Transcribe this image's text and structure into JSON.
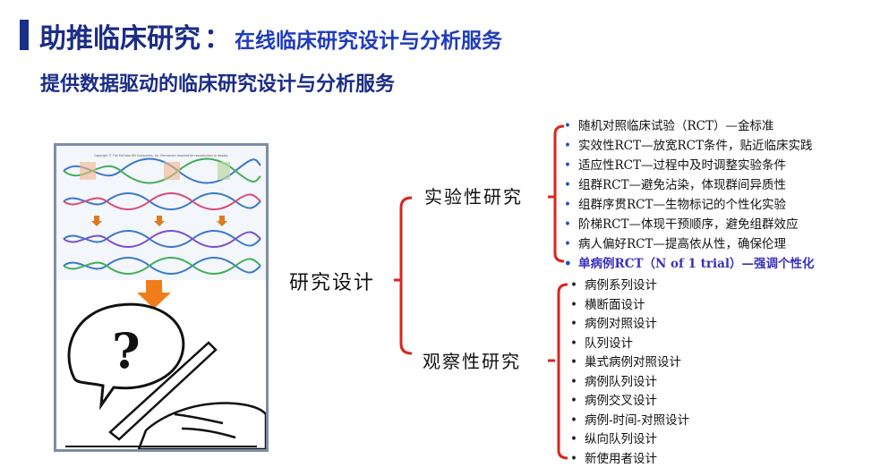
{
  "header": {
    "title": "助推临床研究",
    "colon": "：",
    "title_sub": "在线临床研究设计与分析服务",
    "subtitle": "提供数据驱动的临床研究设计与分析服务"
  },
  "figure": {
    "caption_text": "Copyright © The McGraw-Hill Companies, Inc. Permission required for reproduction or display."
  },
  "tree": {
    "root": "研究设计",
    "branch_experimental": {
      "label": "实验性研究",
      "items": [
        "随机对照临床试验（RCT）—金标准",
        "实效性RCT—放宽RCT条件，贴近临床实践",
        "适应性RCT—过程中及时调整实验条件",
        "组群RCT—避免沾染，体现群间异质性",
        "组群序贯RCT—生物标记的个性化实验",
        "阶梯RCT—体现干预顺序，避免组群效应",
        "病人偏好RCT—提高依从性，确保伦理",
        "单病例RCT（N of 1 trial）—强调个性化"
      ]
    },
    "branch_observational": {
      "label": "观察性研究",
      "items": [
        "病例系列设计",
        "横断面设计",
        "病例对照设计",
        "队列设计",
        "巢式病例对照设计",
        "病例队列设计",
        "病例交叉设计",
        "病例-时间-对照设计",
        "纵向队列设计",
        "新使用者设计"
      ]
    }
  },
  "colors": {
    "title": "#1b2d85",
    "title_accent": "#1f3bbf",
    "bracket_red": "#d9261c",
    "highlight_item": "#3b2fbf"
  }
}
